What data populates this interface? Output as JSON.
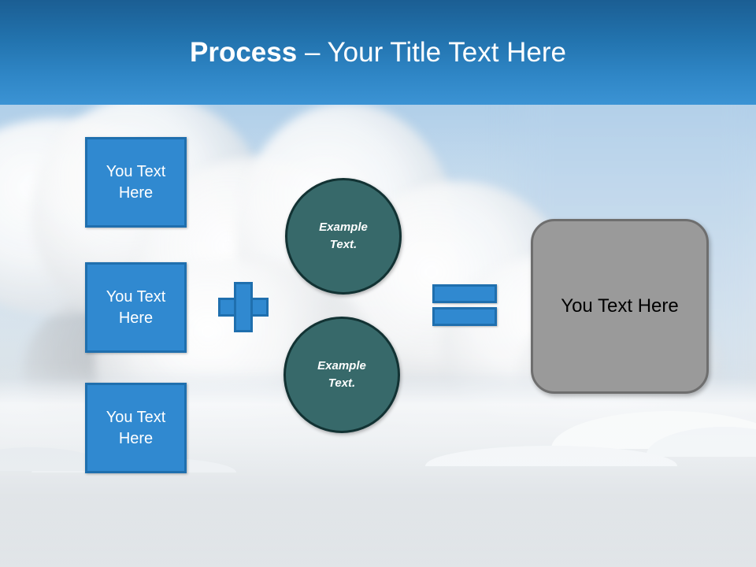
{
  "slide": {
    "title": {
      "bold_part": "Process",
      "rest_part": " – Your Title Text Here"
    },
    "theme": {
      "header_top_color": "#1b5e93",
      "header_bottom_color": "#3b93d4",
      "accent_blue": "#3089d0",
      "accent_blue_border": "#1f6fae",
      "circle_teal": "#37696a",
      "circle_teal_border": "#123233",
      "result_gray": "#9a9a9a",
      "result_gray_border": "#6e6e6e",
      "title_text_color": "#ffffff"
    },
    "input_boxes": [
      {
        "text": "You Text Here"
      },
      {
        "text": "You Text Here"
      },
      {
        "text": "You Text Here"
      }
    ],
    "operators": {
      "plus": "plus-sign",
      "equals": "equals-sign"
    },
    "circles": [
      {
        "line1": "Example",
        "line2": "Text."
      },
      {
        "line1": "Example",
        "line2": "Text."
      }
    ],
    "result_box": {
      "text": "You Text Here"
    },
    "background": {
      "description": "volcanic-ash-cloud-over-snow-photo"
    }
  }
}
